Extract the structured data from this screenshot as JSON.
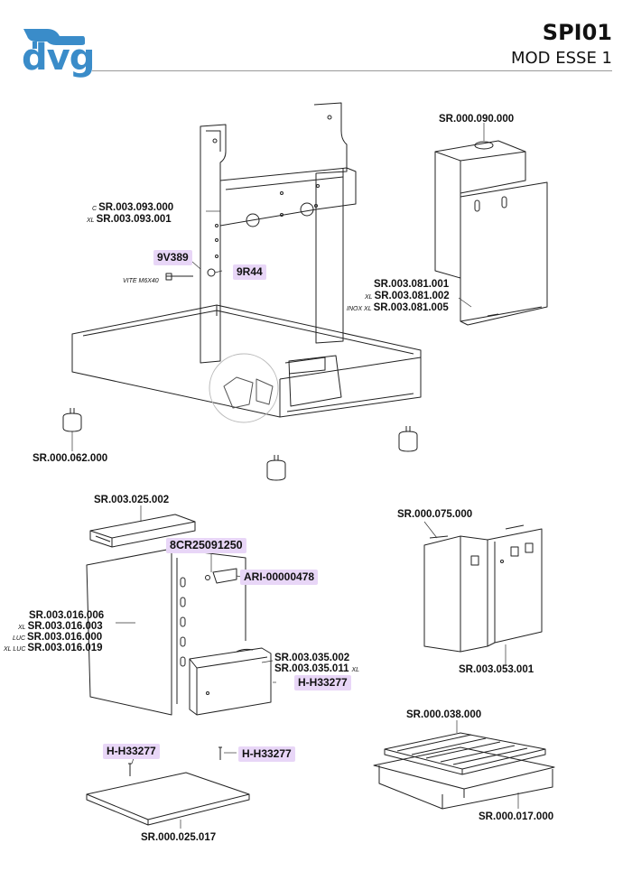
{
  "header": {
    "logo_text": "dvg",
    "title": "SPI01",
    "subtitle": "MOD ESSE 1",
    "brand_color": "#3a8cc9"
  },
  "highlight_color": "#e8d6f7",
  "parts": {
    "frame": {
      "c_prefix": "C",
      "c_code": "SR.003.093.000",
      "xl_prefix": "XL",
      "xl_code": "SR.003.093.001"
    },
    "screw_9v389": "9V389",
    "screw_label": "VITE M6X40",
    "nut_9r44": "9R44",
    "foot": "SR.000.062.000",
    "tank_cover": "SR.000.090.000",
    "tank_tray": {
      "std": "SR.003.081.001",
      "xl_prefix": "XL",
      "xl": "SR.003.081.002",
      "inox_prefix": "INOX XL",
      "inox": "SR.003.081.005"
    },
    "top_panel": "SR.003.025.002",
    "switch_8cr": "8CR25091250",
    "ari": "ARI-00000478",
    "side_panel": {
      "std": "SR.003.016.006",
      "xl_prefix": "XL",
      "xl": "SR.003.016.003",
      "luc_prefix": "LUC",
      "luc": "SR.003.016.000",
      "xlluc_prefix": "XL LUC",
      "xlluc": "SR.003.016.019"
    },
    "bracket": {
      "std": "SR.003.035.002",
      "xl": "SR.003.035.011",
      "xl_suffix": "XL"
    },
    "h_screw_1": "H-H33277",
    "h_screw_2": "H-H33277",
    "h_screw_3": "H-H33277",
    "rear_panel_top": "SR.000.075.000",
    "rear_panel": "SR.003.053.001",
    "grid": "SR.000.038.000",
    "drip_tray": "SR.000.017.000",
    "base_plate": "SR.000.025.017"
  }
}
